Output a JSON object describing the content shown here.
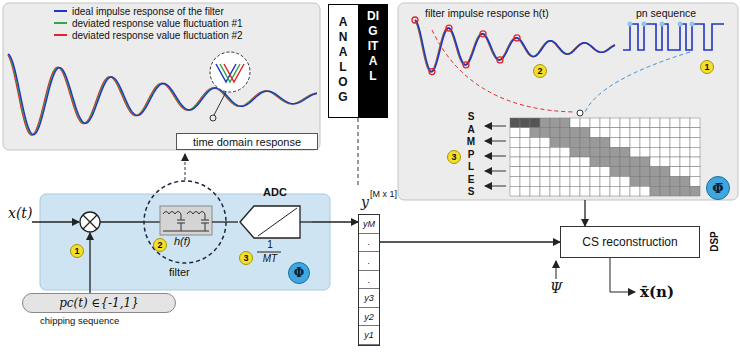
{
  "diagram": {
    "nodes": [
      {
        "text": [
          "time domain response"
        ]
      },
      {
        "text": [
          "ANALOG",
          "DIGITAL"
        ]
      },
      {
        "text": [
          "filter impulse response h(t)",
          "pn sequence",
          "SAMPLES"
        ]
      },
      {
        "text": [
          "Φ̄"
        ],
        "in": 2
      },
      {
        "text": [
          "filter"
        ]
      },
      {
        "text": [
          "h(f)"
        ],
        "in": 4
      },
      {
        "text": [
          "ADC",
          "1",
          "MT"
        ],
        "in": 4
      },
      {
        "text": [
          "Φ"
        ],
        "in": 4
      },
      {
        "text": [
          "pc(t) ∈{-1,1}"
        ]
      },
      {
        "text": [
          "yM",
          ".",
          ".",
          ".",
          "y3",
          "y2",
          "y1"
        ]
      },
      {
        "text": [
          "CS reconstruction"
        ]
      }
    ],
    "edges": [
      {
        "from": 6,
        "to": 9,
        "arrow": "to"
      },
      {
        "from": 9,
        "to": 10,
        "arrow": "to"
      },
      {
        "from": 2,
        "to": 10,
        "arrow": "to"
      },
      {
        "from": 5,
        "to": 6,
        "arrow": "none"
      }
    ],
    "labels": [
      "x(t)",
      "1",
      "2",
      "3",
      "chipping sequence",
      "y",
      "[M x 1]",
      "Ψ",
      "DSP",
      "x̄(n)",
      "1",
      "2",
      "3"
    ],
    "legend": [
      {
        "text": "ideal impulse response of the filter",
        "color": "#1f35c4"
      },
      {
        "text": "deviated response value fluctuation #1",
        "color": "#2ea84a"
      },
      {
        "text": "deviated response value fluctuation #2",
        "color": "#e0262a"
      }
    ]
  }
}
